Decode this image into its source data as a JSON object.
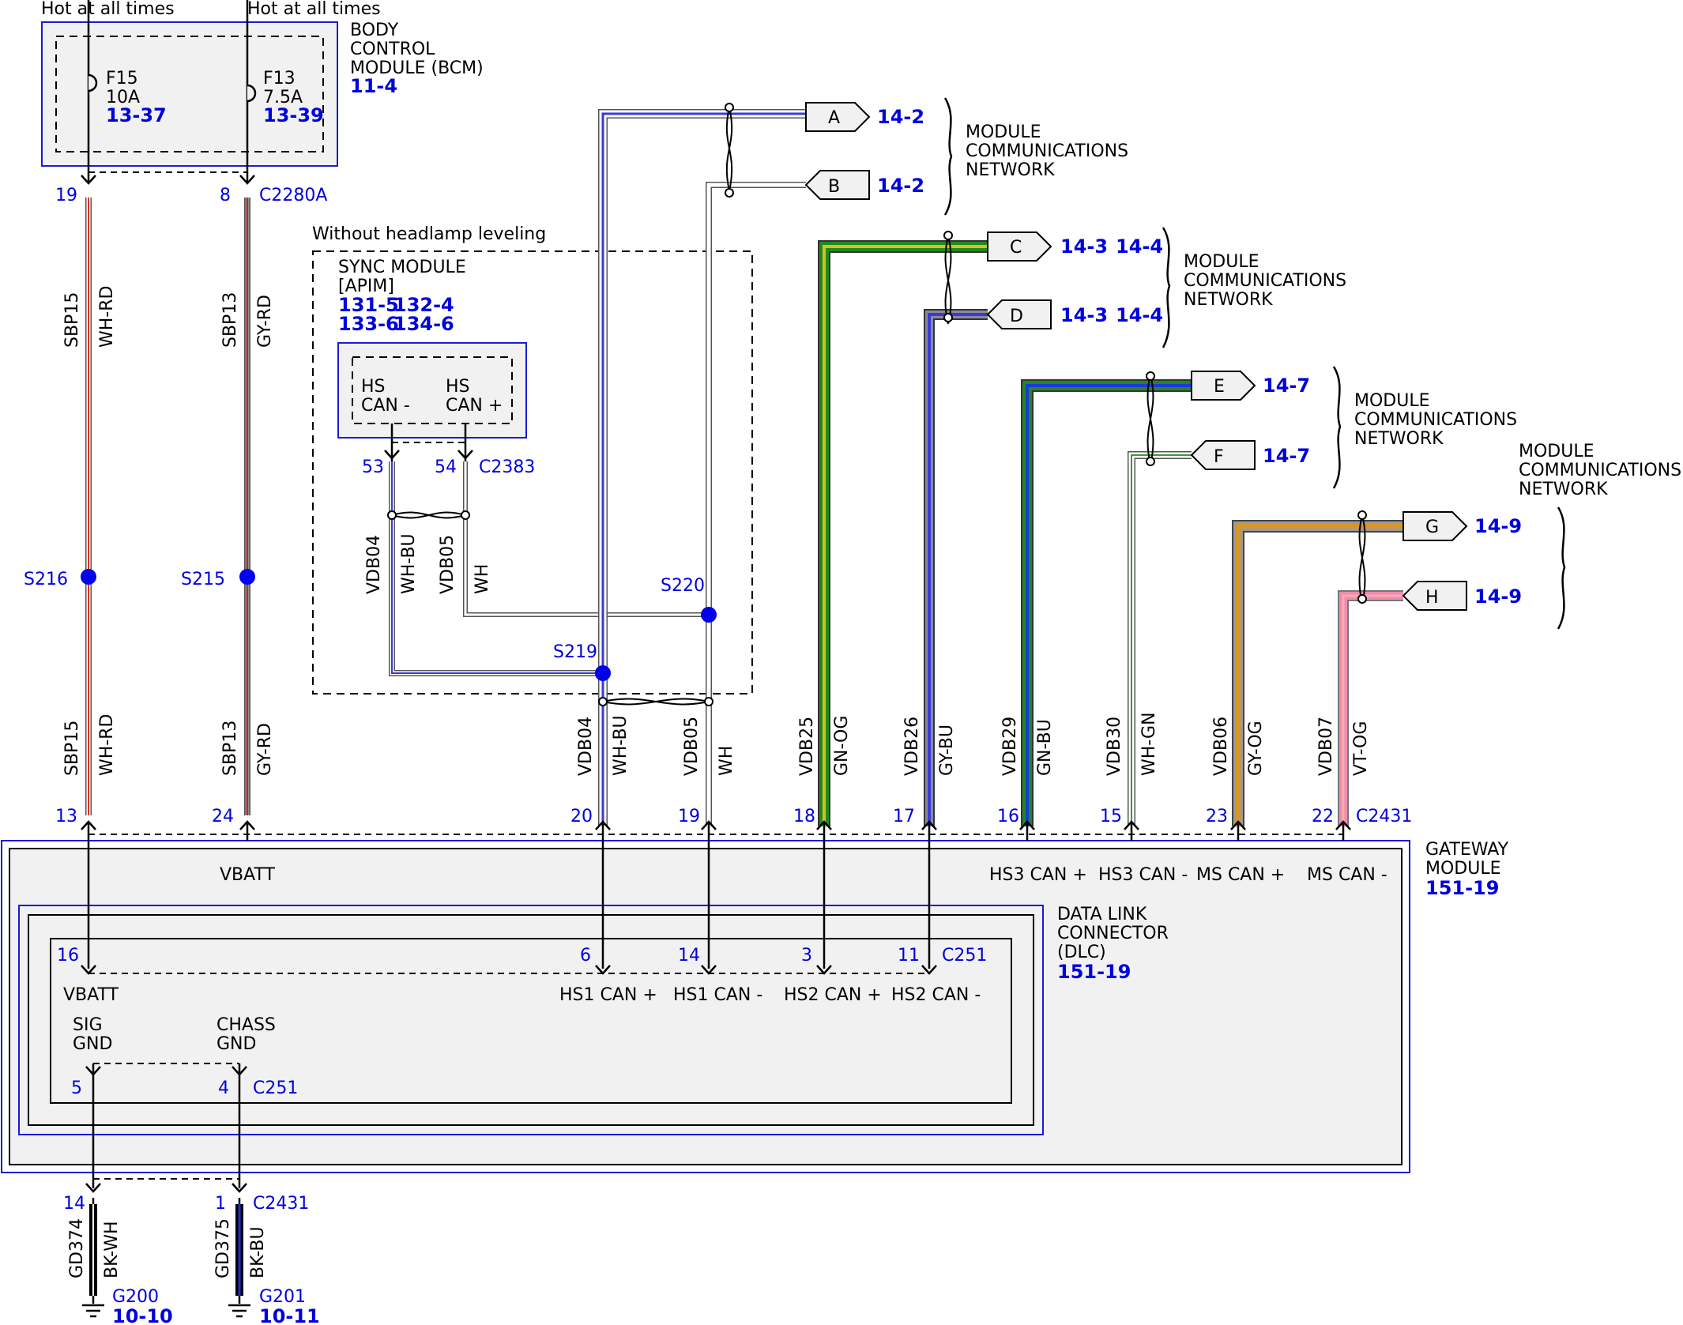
{
  "header": {
    "hot_left": "Hot at all times",
    "hot_right": "Hot at all times"
  },
  "bcm": {
    "name_l1": "BODY",
    "name_l2": "CONTROL",
    "name_l3": "MODULE (BCM)",
    "ref": "11-4",
    "fuses": [
      {
        "id": "F15",
        "rating": "10A",
        "ref": "13-37"
      },
      {
        "id": "F13",
        "rating": "7.5A",
        "ref": "13-39"
      }
    ],
    "pins": {
      "left": "19",
      "right": "8",
      "connector": "C2280A"
    }
  },
  "power_wires": [
    {
      "circuit": "SBP15",
      "color": "WH-RD",
      "splice": "S216",
      "pin_top": "19",
      "pin_bottom": "13"
    },
    {
      "circuit": "SBP13",
      "color": "GY-RD",
      "splice": "S215",
      "pin_top": "8",
      "pin_bottom": "24"
    }
  ],
  "sync": {
    "condition": "Without headlamp leveling",
    "name_l1": "SYNC MODULE",
    "name_l2": "[APIM]",
    "refs": [
      "131-5",
      "132-4",
      "133-6",
      "134-6"
    ],
    "pin_minus_l1": "HS",
    "pin_minus_l2": "CAN -",
    "pin_plus_l1": "HS",
    "pin_plus_l2": "CAN +",
    "pin_53": "53",
    "pin_54": "54",
    "connector": "C2383",
    "wire1_circuit": "VDB04",
    "wire1_color": "WH-BU",
    "wire2_circuit": "VDB05",
    "wire2_color": "WH",
    "splice_s219": "S219",
    "splice_s220": "S220"
  },
  "network_wires": [
    {
      "circuit": "VDB04",
      "color": "WH-BU",
      "pin": "20"
    },
    {
      "circuit": "VDB05",
      "color": "WH",
      "pin": "19"
    },
    {
      "circuit": "VDB25",
      "color": "GN-OG",
      "pin": "18"
    },
    {
      "circuit": "VDB26",
      "color": "GY-BU",
      "pin": "17"
    },
    {
      "circuit": "VDB29",
      "color": "GN-BU",
      "pin": "16"
    },
    {
      "circuit": "VDB30",
      "color": "WH-GN",
      "pin": "15"
    },
    {
      "circuit": "VDB06",
      "color": "GY-OG",
      "pin": "23"
    },
    {
      "circuit": "VDB07",
      "color": "VT-OG",
      "pin": "22"
    }
  ],
  "gateway_connector": "C2431",
  "flags": [
    {
      "letter": "A",
      "refs": [
        "14-2"
      ]
    },
    {
      "letter": "B",
      "refs": [
        "14-2"
      ]
    },
    {
      "letter": "C",
      "refs": [
        "14-3",
        "14-4"
      ]
    },
    {
      "letter": "D",
      "refs": [
        "14-3",
        "14-4"
      ]
    },
    {
      "letter": "E",
      "refs": [
        "14-7"
      ]
    },
    {
      "letter": "F",
      "refs": [
        "14-7"
      ]
    },
    {
      "letter": "G",
      "refs": [
        "14-9"
      ]
    },
    {
      "letter": "H",
      "refs": [
        "14-9"
      ]
    }
  ],
  "mcn_l1": "MODULE",
  "mcn_l2": "COMMUNICATIONS",
  "mcn_l3": "NETWORK",
  "gateway": {
    "name_l1": "GATEWAY",
    "name_l2": "MODULE",
    "ref": "151-19",
    "vbatt": "VBATT",
    "hs3_plus": "HS3 CAN +",
    "hs3_minus": "HS3 CAN -",
    "ms_plus": "MS CAN +",
    "ms_minus": "MS CAN -"
  },
  "dlc": {
    "name_l1": "DATA LINK",
    "name_l2": "CONNECTOR",
    "name_l3": "(DLC)",
    "ref": "151-19",
    "connector": "C251",
    "pin_vbatt": "16",
    "vbatt": "VBATT",
    "pins_can": [
      "6",
      "14",
      "3",
      "11"
    ],
    "hs1_plus": "HS1 CAN +",
    "hs1_minus": "HS1 CAN -",
    "hs2_plus": "HS2 CAN +",
    "hs2_minus": "HS2 CAN -",
    "sig_l1": "SIG",
    "sig_l2": "GND",
    "chass_l1": "CHASS",
    "chass_l2": "GND",
    "pin_sig": "5",
    "pin_chass": "4",
    "gnd_connector": "C251"
  },
  "grounds": [
    {
      "pin": "14",
      "circuit": "GD374",
      "color": "BK-WH",
      "ground": "G200",
      "ref": "10-10"
    },
    {
      "pin": "1",
      "circuit": "GD375",
      "color": "BK-BU",
      "ground": "G201",
      "ref": "10-11"
    }
  ],
  "ground_connector": "C2431"
}
